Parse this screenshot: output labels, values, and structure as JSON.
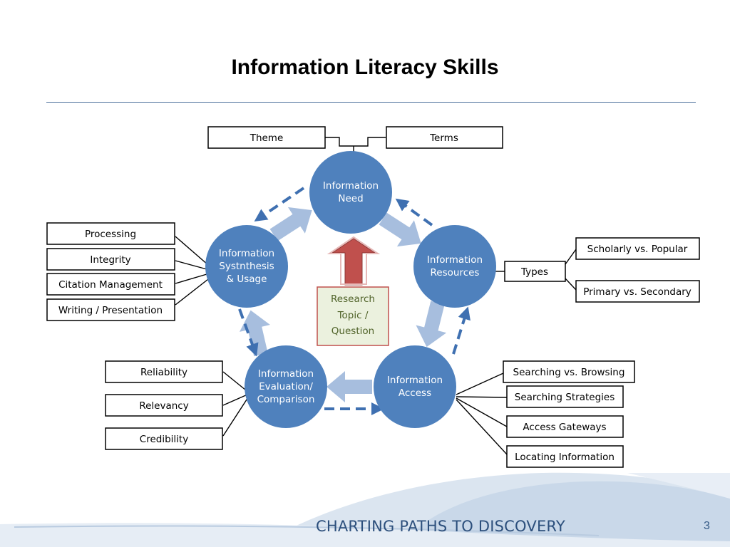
{
  "slide": {
    "title": "Information Literacy Skills",
    "footer": "CHARTING PATHS TO DISCOVERY",
    "page_number": "3"
  },
  "colors": {
    "circle": "#4f81bd",
    "arrow_light": "#a7bede",
    "dash": "#3f70b1",
    "center_up_arrow": "#c0504d",
    "center_box_fill": "#ebf1de",
    "center_box_border": "#c0504d",
    "center_box_text": "#4f6228"
  },
  "center": {
    "line1": "Research",
    "line2": "Topic /",
    "line3": "Question"
  },
  "circles": {
    "need": {
      "line1": "Information",
      "line2": "Need"
    },
    "resources": {
      "line1": "Information",
      "line2": "Resources"
    },
    "access": {
      "line1": "Information",
      "line2": "Access"
    },
    "evaluation": {
      "line1": "Information",
      "line2": "Evaluation/",
      "line3": "Comparison"
    },
    "synthesis": {
      "line1": "Information",
      "line2": "Systnthesis",
      "line3": "& Usage"
    }
  },
  "boxes": {
    "theme": "Theme",
    "terms": "Terms",
    "processing": "Processing",
    "integrity": "Integrity",
    "citation": "Citation Management",
    "writing": "Writing / Presentation",
    "types": "Types",
    "scholarly": "Scholarly vs. Popular",
    "primary": "Primary vs. Secondary",
    "reliability": "Reliability",
    "relevancy": "Relevancy",
    "credibility": "Credibility",
    "searching_browsing": "Searching vs. Browsing",
    "strategies": "Searching Strategies",
    "gateways": "Access Gateways",
    "locating": "Locating Information"
  }
}
